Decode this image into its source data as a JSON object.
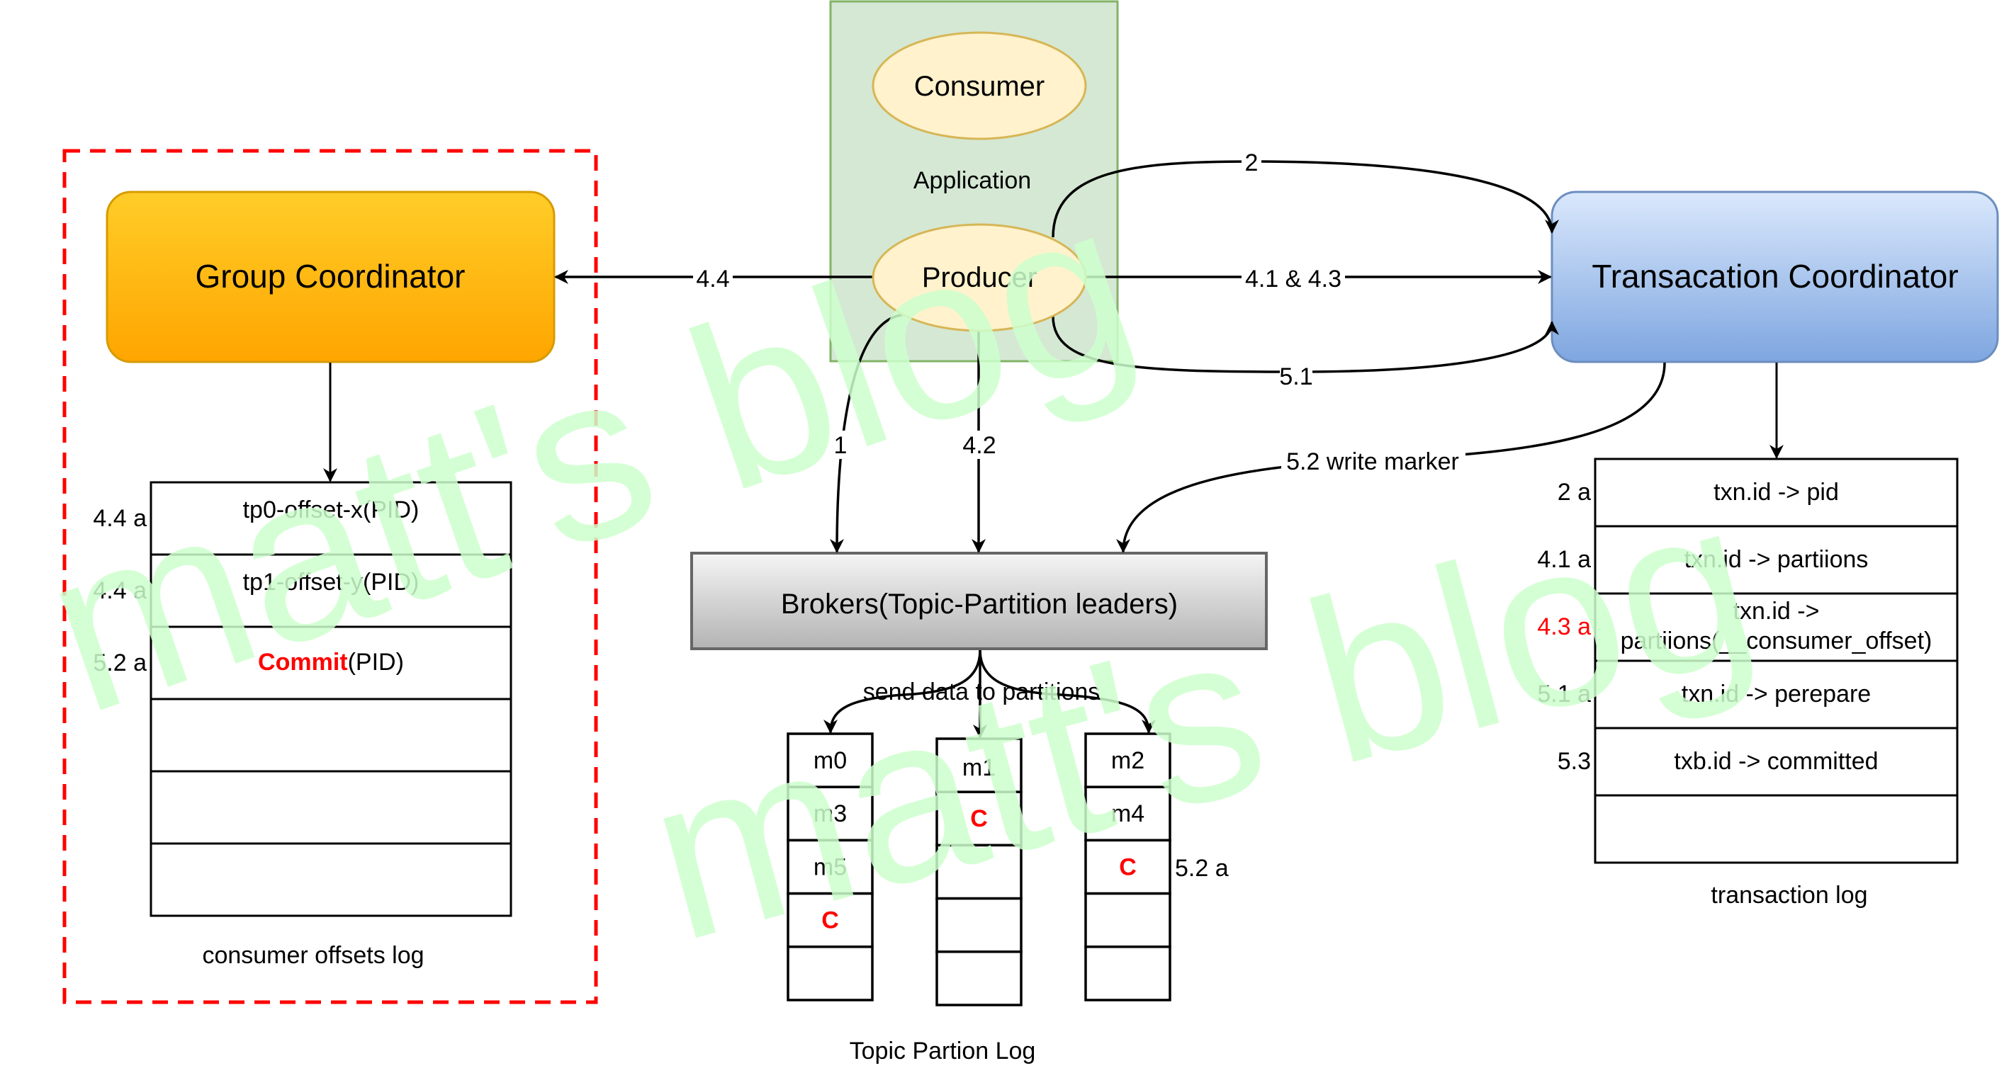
{
  "watermark": {
    "text": "matt's blog",
    "color": "#ccffcc"
  },
  "application": {
    "label": "Application",
    "fill": "#d5e8d4",
    "stroke": "#82b366"
  },
  "consumer": {
    "label": "Consumer"
  },
  "producer": {
    "label": "Producer"
  },
  "group_coordinator": {
    "label": "Group Coordinator",
    "fill_top": "#ffcd28",
    "fill_bottom": "#ffa500",
    "stroke": "#d79b00"
  },
  "transaction_coordinator": {
    "label": "Transacation Coordinator",
    "fill_top": "#dae8fc",
    "fill_bottom": "#7ea6e0",
    "stroke": "#6c8ebf"
  },
  "brokers": {
    "label": "Brokers(Topic-Partition leaders)",
    "fill_top": "#f5f5f5",
    "fill_bottom": "#b3b3b3",
    "stroke": "#666666"
  },
  "edges": {
    "e1": "1",
    "e2": "2",
    "e41_43": "4.1 & 4.3",
    "e42": "4.2",
    "e44": "4.4",
    "e51": "5.1",
    "e52": "5.2 write marker",
    "send": "send data to partitions"
  },
  "consumer_offsets_log": {
    "title": "consumer offsets log",
    "rows": [
      {
        "step": "4.4 a",
        "text": "tp0-offset-x(PID)"
      },
      {
        "step": "4.4 a",
        "text": "tp1-offset-y(PID)"
      },
      {
        "step": "5.2 a",
        "highlight": "Commit",
        "text": "(PID)"
      },
      {
        "step": "",
        "text": ""
      },
      {
        "step": "",
        "text": ""
      },
      {
        "step": "",
        "text": ""
      }
    ]
  },
  "transaction_log": {
    "title": "transaction log",
    "rows": [
      {
        "step": "2 a",
        "step_color": "#000000",
        "lines": [
          "txn.id -> pid"
        ]
      },
      {
        "step": "4.1 a",
        "step_color": "#000000",
        "lines": [
          "txn.id -> partiions"
        ]
      },
      {
        "step": "4.3 a",
        "step_color": "#ff0000",
        "lines": [
          "txn.id ->",
          "partiions(__consumer_offset)"
        ]
      },
      {
        "step": "5.1 a",
        "step_color": "#000000",
        "lines": [
          "txn.id -> perepare"
        ]
      },
      {
        "step": "5.3",
        "step_color": "#000000",
        "lines": [
          "txb.id -> committed"
        ]
      },
      {
        "step": "",
        "step_color": "#000000",
        "lines": []
      }
    ]
  },
  "topic_partition_log": {
    "title": "Topic Partion Log",
    "annotation": "5.2 a",
    "partitions": [
      [
        "m0",
        "m3",
        "m5",
        "C",
        ""
      ],
      [
        "m1",
        "C",
        "",
        "",
        ""
      ],
      [
        "m2",
        "m4",
        "C",
        "",
        ""
      ]
    ],
    "marker_color": "#ff0000"
  },
  "highlight_box": {
    "stroke": "#ff0000"
  }
}
